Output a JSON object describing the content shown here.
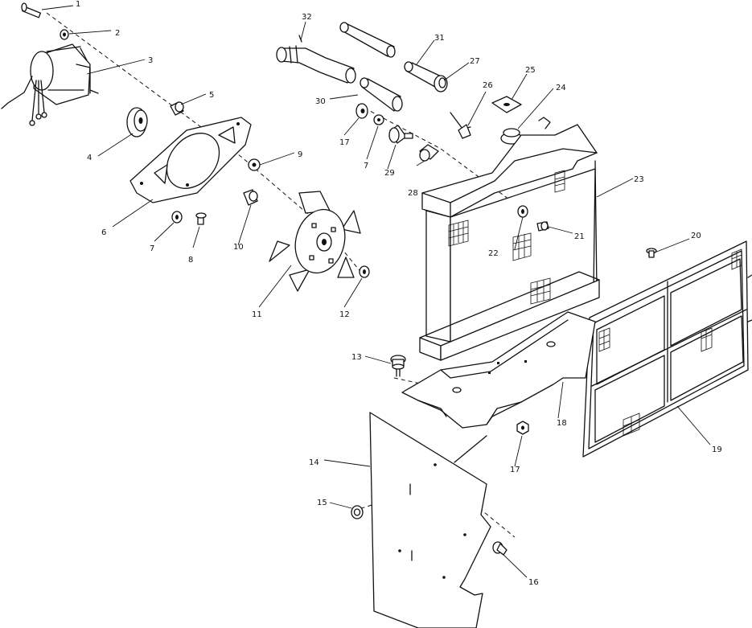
{
  "callouts": [
    {
      "id": "c1",
      "text": "1"
    },
    {
      "id": "c2",
      "text": "2"
    },
    {
      "id": "c3",
      "text": "3"
    },
    {
      "id": "c4",
      "text": "4"
    },
    {
      "id": "c5",
      "text": "5"
    },
    {
      "id": "c6",
      "text": "6"
    },
    {
      "id": "c7a",
      "text": "7"
    },
    {
      "id": "c8",
      "text": "8"
    },
    {
      "id": "c9",
      "text": "9"
    },
    {
      "id": "c10",
      "text": "10"
    },
    {
      "id": "c11",
      "text": "11"
    },
    {
      "id": "c12",
      "text": "12"
    },
    {
      "id": "c13",
      "text": "13"
    },
    {
      "id": "c14",
      "text": "14"
    },
    {
      "id": "c15",
      "text": "15"
    },
    {
      "id": "c16",
      "text": "16"
    },
    {
      "id": "c17a",
      "text": "17"
    },
    {
      "id": "c17b",
      "text": "17"
    },
    {
      "id": "c18",
      "text": "18"
    },
    {
      "id": "c19",
      "text": "19"
    },
    {
      "id": "c20",
      "text": "20"
    },
    {
      "id": "c21",
      "text": "21"
    },
    {
      "id": "c22",
      "text": "22"
    },
    {
      "id": "c23",
      "text": "23"
    },
    {
      "id": "c24",
      "text": "24"
    },
    {
      "id": "c25",
      "text": "25"
    },
    {
      "id": "c26",
      "text": "26"
    },
    {
      "id": "c27",
      "text": "27"
    },
    {
      "id": "c28",
      "text": "28"
    },
    {
      "id": "c29",
      "text": "29"
    },
    {
      "id": "c30",
      "text": "30"
    },
    {
      "id": "c31",
      "text": "31"
    },
    {
      "id": "c32",
      "text": "32"
    },
    {
      "id": "c7b",
      "text": "7"
    }
  ]
}
